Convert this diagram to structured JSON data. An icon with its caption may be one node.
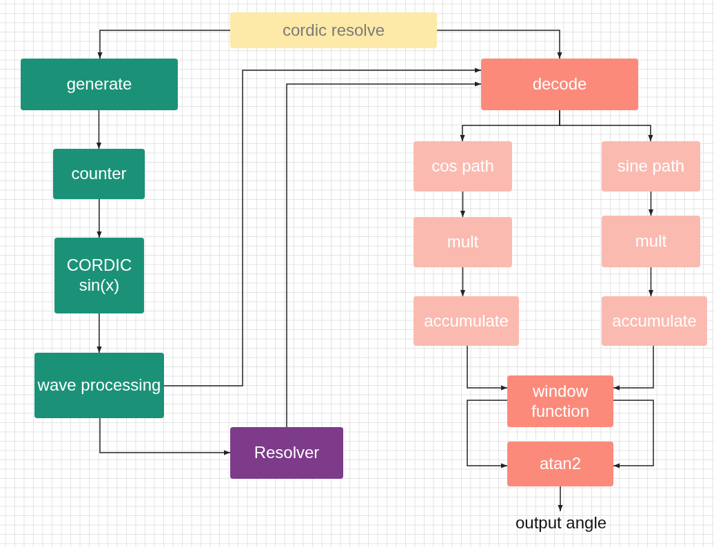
{
  "diagram": {
    "nodes": [
      {
        "text": [
          "cordic resolve"
        ]
      },
      {
        "text": [
          "generate"
        ]
      },
      {
        "text": [
          "decode"
        ]
      },
      {
        "text": [
          "counter"
        ]
      },
      {
        "text": [
          "cos path"
        ]
      },
      {
        "text": [
          "sine path"
        ]
      },
      {
        "text": [
          "CORDIC sin(x)"
        ]
      },
      {
        "text": [
          "mult"
        ]
      },
      {
        "text": [
          "mult"
        ]
      },
      {
        "text": [
          "accumulate"
        ]
      },
      {
        "text": [
          "accumulate"
        ]
      },
      {
        "text": [
          "wave processing"
        ]
      },
      {
        "text": [
          "window function"
        ]
      },
      {
        "text": [
          "Resolver"
        ]
      },
      {
        "text": [
          "atan2"
        ]
      },
      {
        "text": [
          "output angle"
        ]
      }
    ],
    "edges": [
      {
        "from": 0,
        "to": 1,
        "arrow": "to"
      },
      {
        "from": 0,
        "to": 2,
        "arrow": "to"
      },
      {
        "from": 1,
        "to": 3,
        "arrow": "to"
      },
      {
        "from": 3,
        "to": 6,
        "arrow": "to"
      },
      {
        "from": 6,
        "to": 11,
        "arrow": "to"
      },
      {
        "from": 11,
        "to": 2,
        "arrow": "to"
      },
      {
        "from": 11,
        "to": 13,
        "arrow": "to"
      },
      {
        "from": 13,
        "to": 2,
        "arrow": "to"
      },
      {
        "from": 2,
        "to": 4,
        "arrow": "to"
      },
      {
        "from": 2,
        "to": 5,
        "arrow": "to"
      },
      {
        "from": 4,
        "to": 7,
        "arrow": "to"
      },
      {
        "from": 5,
        "to": 8,
        "arrow": "to"
      },
      {
        "from": 7,
        "to": 9,
        "arrow": "to"
      },
      {
        "from": 8,
        "to": 10,
        "arrow": "to"
      },
      {
        "from": 9,
        "to": 12,
        "arrow": "to"
      },
      {
        "from": 10,
        "to": 12,
        "arrow": "to"
      },
      {
        "from": 12,
        "to": 14,
        "arrow": "to"
      },
      {
        "from": 12,
        "to": 14,
        "arrow": "to"
      },
      {
        "from": 14,
        "to": 15,
        "arrow": "to"
      }
    ]
  }
}
